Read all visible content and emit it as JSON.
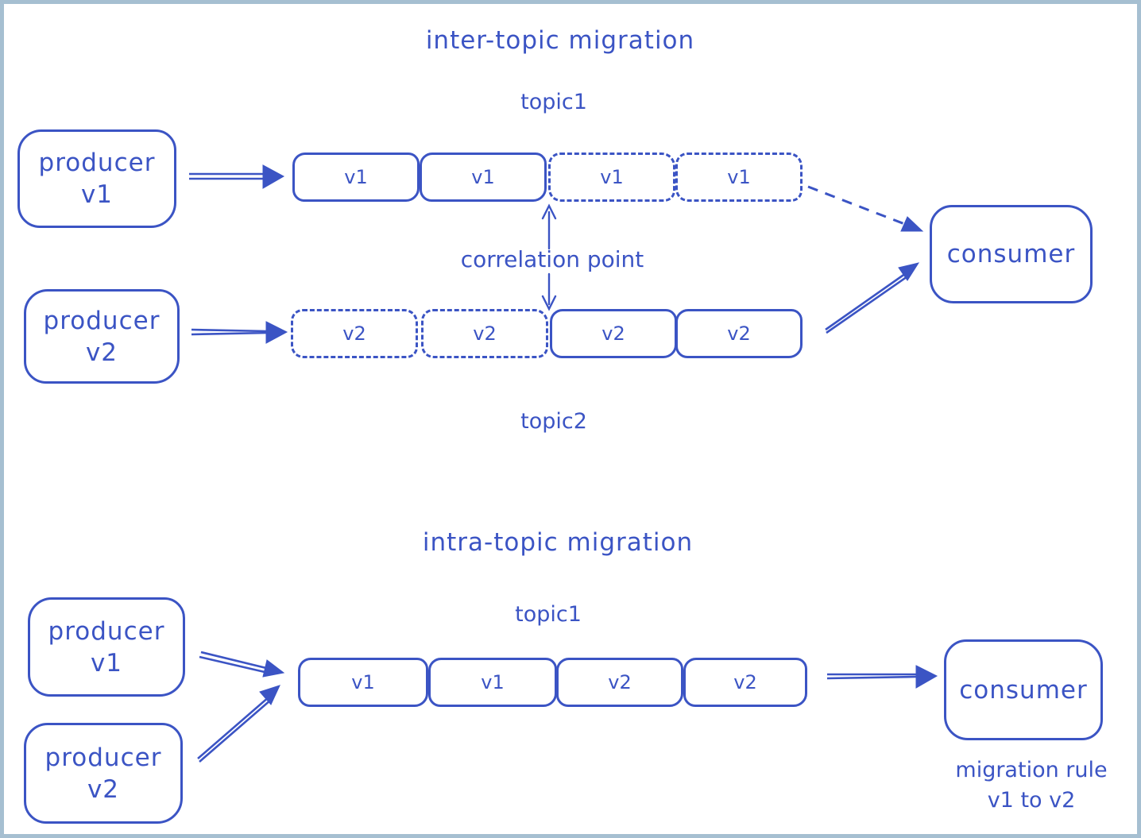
{
  "colors": {
    "ink": "#3b54c4",
    "frame_border": "#a6bfd1",
    "background": "#ffffff"
  },
  "inter_section": {
    "title": "inter-topic migration",
    "topic1_label": "topic1",
    "topic2_label": "topic2",
    "producer_v1": {
      "line1": "producer",
      "line2": "v1"
    },
    "producer_v2": {
      "line1": "producer",
      "line2": "v2"
    },
    "topic1_messages": [
      {
        "label": "v1",
        "style": "solid"
      },
      {
        "label": "v1",
        "style": "solid"
      },
      {
        "label": "v1",
        "style": "dashed"
      },
      {
        "label": "v1",
        "style": "dashed"
      }
    ],
    "topic2_messages": [
      {
        "label": "v2",
        "style": "dashed"
      },
      {
        "label": "v2",
        "style": "dashed"
      },
      {
        "label": "v2",
        "style": "solid"
      },
      {
        "label": "v2",
        "style": "solid"
      }
    ],
    "correlation_label": "correlation point",
    "consumer_label": "consumer"
  },
  "intra_section": {
    "title": "intra-topic migration",
    "topic1_label": "topic1",
    "producer_v1": {
      "line1": "producer",
      "line2": "v1"
    },
    "producer_v2": {
      "line1": "producer",
      "line2": "v2"
    },
    "topic1_messages": [
      {
        "label": "v1",
        "style": "solid"
      },
      {
        "label": "v1",
        "style": "solid"
      },
      {
        "label": "v2",
        "style": "solid"
      },
      {
        "label": "v2",
        "style": "solid"
      }
    ],
    "consumer_label": "consumer",
    "migration_rule": {
      "line1": "migration rule",
      "line2": "v1 to v2"
    }
  }
}
